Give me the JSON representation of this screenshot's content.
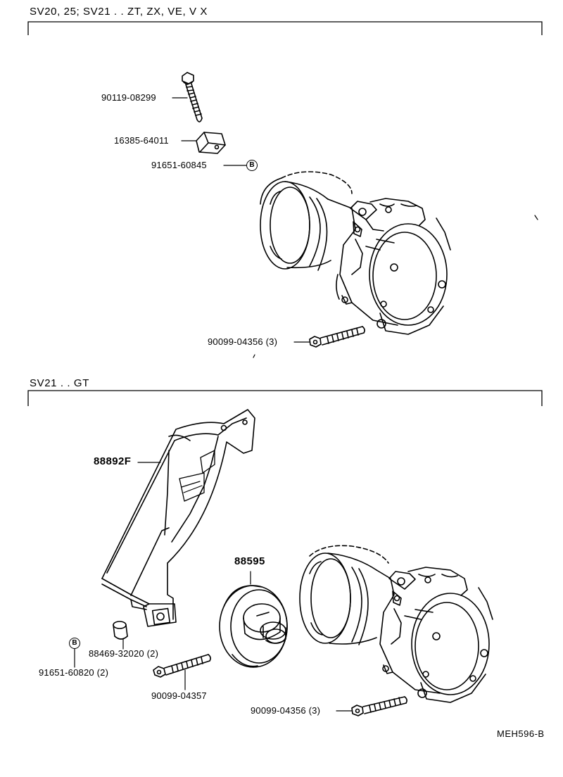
{
  "sections": [
    {
      "title": "SV20, 25; SV21 . . ZT, ZX, VE, V X",
      "parts": [
        {
          "id": "p1",
          "number": "90119-08299"
        },
        {
          "id": "p2",
          "number": "16385-64011"
        },
        {
          "id": "p3",
          "number": "91651-60845",
          "marker": "B"
        },
        {
          "id": "p4",
          "number": "90099-04356 (3)"
        }
      ]
    },
    {
      "title": "SV21 . . GT",
      "parts": [
        {
          "id": "p5",
          "number": "88892F"
        },
        {
          "id": "p6",
          "number": "88595"
        },
        {
          "id": "p7",
          "number": "88469-32020 (2)"
        },
        {
          "id": "p8",
          "number": "91651-60820 (2)",
          "marker": "B"
        },
        {
          "id": "p9",
          "number": "90099-04357"
        },
        {
          "id": "p10",
          "number": "90099-04356 (3)"
        }
      ]
    }
  ],
  "figure_code": "MEH596-B"
}
